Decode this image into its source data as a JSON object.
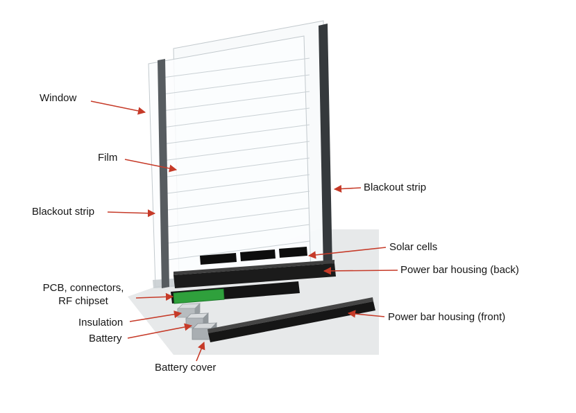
{
  "figure": {
    "type": "exploded-assembly-diagram",
    "background": "#ffffff",
    "arrow_color": "#c63a28",
    "labels": {
      "window": "Window",
      "film": "Film",
      "blackout_strip_left": "Blackout strip",
      "blackout_strip_right": "Blackout strip",
      "solar_cells": "Solar cells",
      "power_bar_housing_back": "Power bar housing (back)",
      "pcb_line1": "PCB, connectors,",
      "pcb_line2": "RF chipset",
      "insulation": "Insulation",
      "battery": "Battery",
      "battery_cover": "Battery cover",
      "power_bar_housing_front": "Power bar housing (front)"
    },
    "part_colors": {
      "housing_dark": "#1b1b1b",
      "solar_cell_black": "#0d0d0d",
      "pcb_green": "#2fa03c",
      "strip_gray_left": "#575c60",
      "strip_gray_right": "#35393c",
      "glass_fill": "#f7fafb",
      "shadow_fill": "#e7e9ea"
    }
  }
}
